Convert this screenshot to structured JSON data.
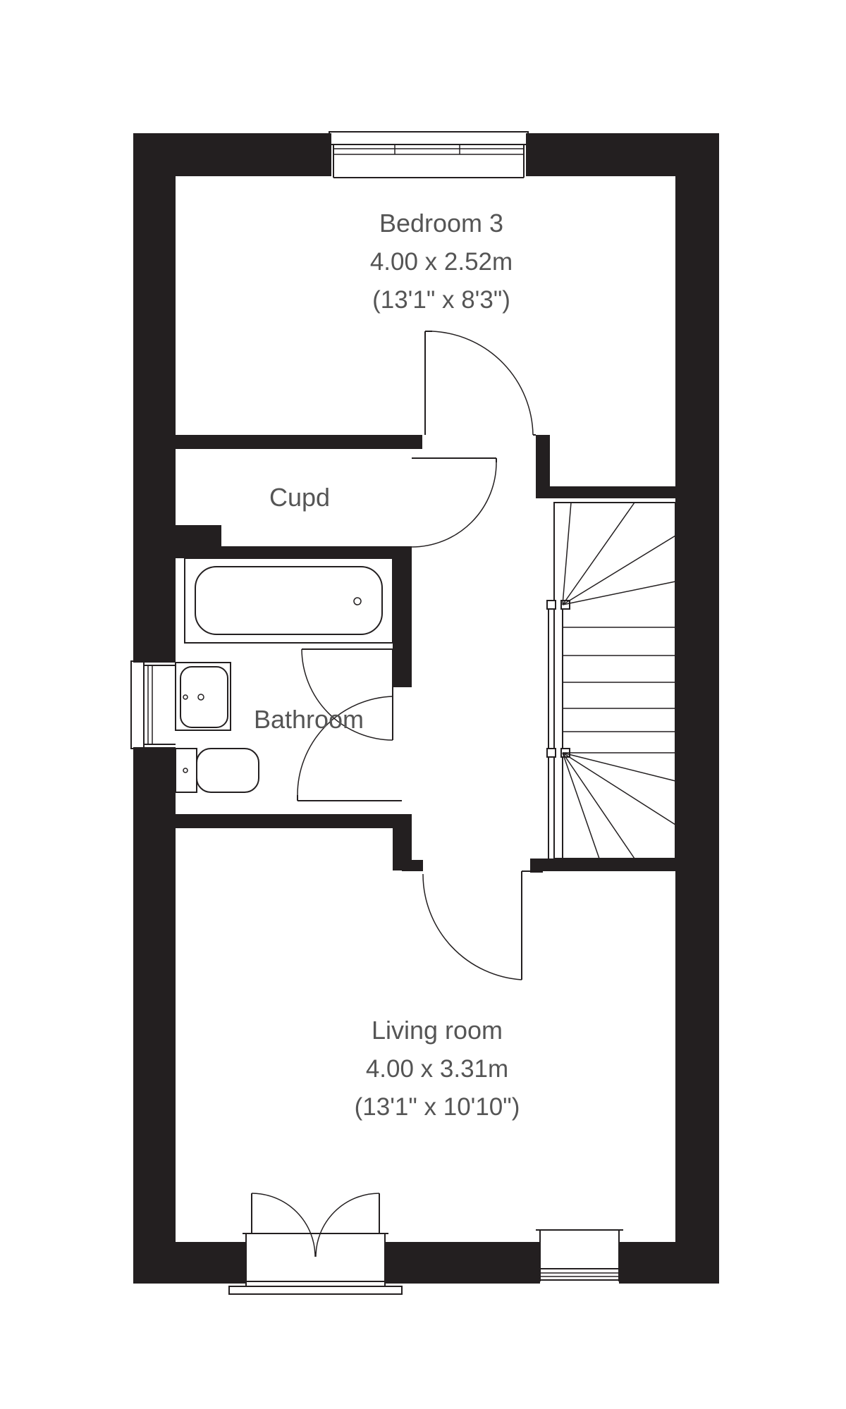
{
  "rooms": {
    "bedroom3": {
      "name": "Bedroom 3",
      "dim_m": "4.00 x 2.52m",
      "dim_ft": "(13'1\" x 8'3\")"
    },
    "cupd": {
      "name": "Cupd"
    },
    "bathroom": {
      "name": "Bathroom"
    },
    "living": {
      "name": "Living room",
      "dim_m": "4.00 x 3.31m",
      "dim_ft": "(13'1\" x 10'10\")"
    }
  }
}
